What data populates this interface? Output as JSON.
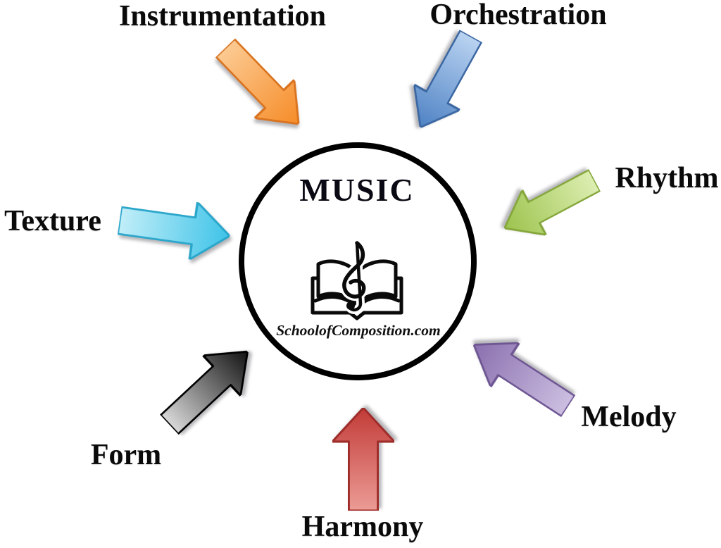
{
  "page": {
    "background": "#ffffff",
    "description": "Elements of music diagram"
  },
  "center_circle": {
    "title": "MUSIC",
    "website": "SchoolofComposition.com",
    "logo_icon": "open-book-with-treble-clef",
    "border_color": "#000000",
    "fill_color": "#ffffff"
  },
  "concepts": [
    {
      "id": "instrumentation",
      "label": "Instrumentation",
      "arrow": {
        "direction": "down-right",
        "color_light": "#FCCA92",
        "color_dark": "#F68C28",
        "stroke": "#D9731F"
      }
    },
    {
      "id": "orchestration",
      "label": "Orchestration",
      "arrow": {
        "direction": "down-left",
        "color_light": "#BAD3F1",
        "color_dark": "#4E82C4",
        "stroke": "#3B67A2"
      }
    },
    {
      "id": "rhythm",
      "label": "Rhythm",
      "arrow": {
        "direction": "left-down",
        "color_light": "#DDEEB2",
        "color_dark": "#9CC34D",
        "stroke": "#84A63A"
      }
    },
    {
      "id": "melody",
      "label": "Melody",
      "arrow": {
        "direction": "up-left",
        "color_light": "#CCBFE1",
        "color_dark": "#8A6FAE",
        "stroke": "#6E5693"
      }
    },
    {
      "id": "harmony",
      "label": "Harmony",
      "arrow": {
        "direction": "up",
        "color_light": "#EC9C96",
        "color_dark": "#C23B37",
        "stroke": "#9E2D2A"
      }
    },
    {
      "id": "form",
      "label": "Form",
      "arrow": {
        "direction": "up-right",
        "color_light": "#D9D9D9",
        "color_dark": "#121212",
        "stroke": "#000000"
      }
    },
    {
      "id": "texture",
      "label": "Texture",
      "arrow": {
        "direction": "right",
        "color_light": "#C2EEF8",
        "color_dark": "#3EC3E8",
        "stroke": "#2BA6CB"
      }
    }
  ]
}
